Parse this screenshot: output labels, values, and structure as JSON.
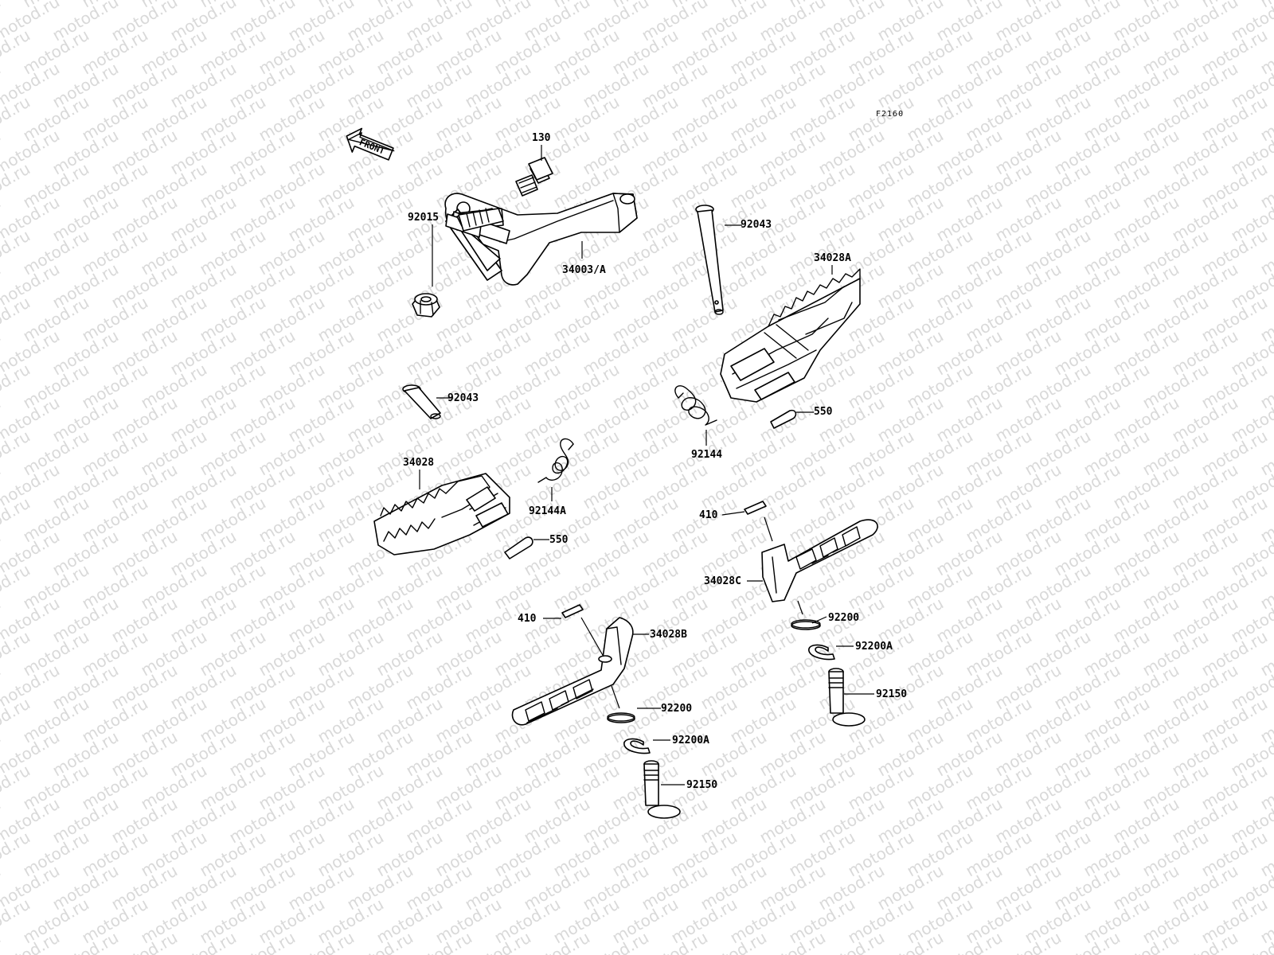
{
  "watermark": "motod.ru",
  "diagram_code": "F2160",
  "front_label": "FRONT",
  "labels": [
    {
      "id": "130",
      "text": "130"
    },
    {
      "id": "34003a",
      "text": "34003/A"
    },
    {
      "id": "92015",
      "text": "92015"
    },
    {
      "id": "92043-r",
      "text": "92043"
    },
    {
      "id": "34028a",
      "text": "34028A"
    },
    {
      "id": "92043-l",
      "text": "92043"
    },
    {
      "id": "550-r",
      "text": "550"
    },
    {
      "id": "92144",
      "text": "92144"
    },
    {
      "id": "34028",
      "text": "34028"
    },
    {
      "id": "92144a",
      "text": "92144A"
    },
    {
      "id": "550-l",
      "text": "550"
    },
    {
      "id": "410-r",
      "text": "410"
    },
    {
      "id": "34028c",
      "text": "34028C"
    },
    {
      "id": "92200-r",
      "text": "92200"
    },
    {
      "id": "92200a-r",
      "text": "92200A"
    },
    {
      "id": "92150-r",
      "text": "92150"
    },
    {
      "id": "410-l",
      "text": "410"
    },
    {
      "id": "34028b",
      "text": "34028B"
    },
    {
      "id": "92200-l",
      "text": "92200"
    },
    {
      "id": "92200a-l",
      "text": "92200A"
    },
    {
      "id": "92150-l",
      "text": "92150"
    }
  ]
}
